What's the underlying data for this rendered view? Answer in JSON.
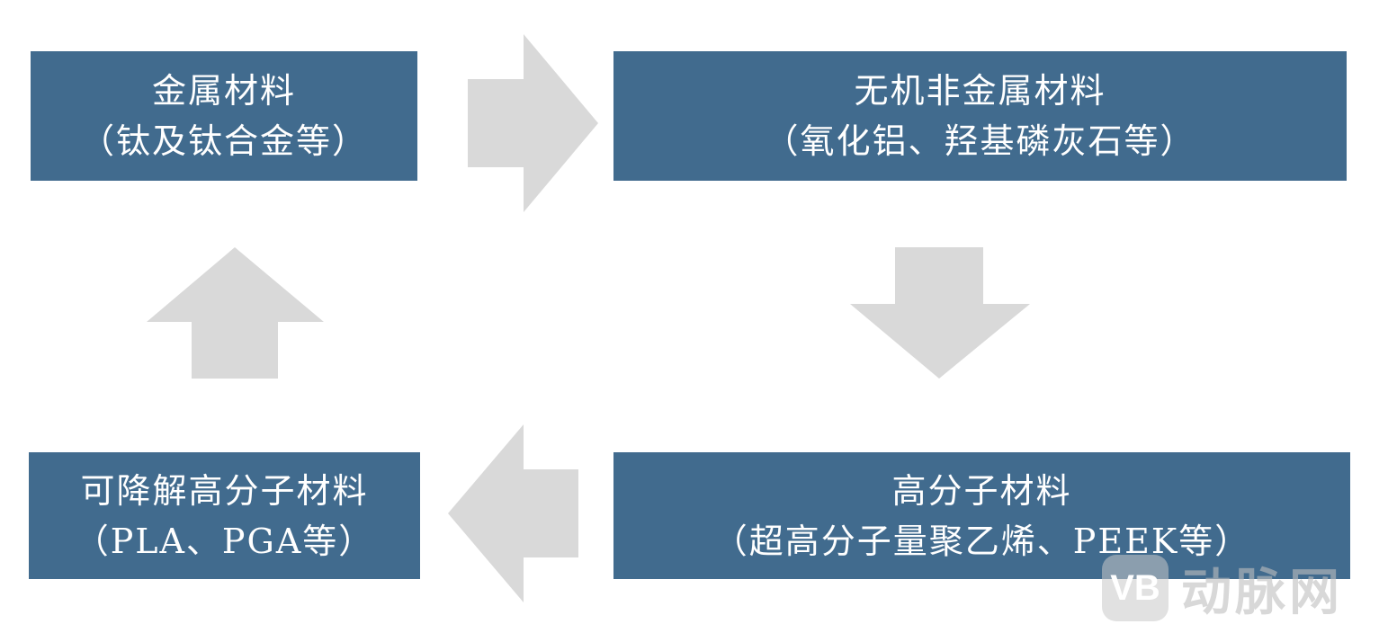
{
  "boxes": {
    "metal": {
      "title": "金属材料",
      "subtitle": "（钛及钛合金等）"
    },
    "inorganic": {
      "title": "无机非金属材料",
      "subtitle": "（氧化铝、羟基磷灰石等）"
    },
    "polymer": {
      "title": "高分子材料",
      "subtitle": "（超高分子量聚乙烯、PEEK等）"
    },
    "degradable": {
      "title": "可降解高分子材料",
      "subtitle": "（PLA、PGA等）"
    }
  },
  "colors": {
    "box_fill": "#416b8e",
    "box_text": "#ffffff",
    "arrow_fill": "#d9d9d9"
  },
  "watermark": {
    "badge": "VB",
    "text": "动脉网"
  }
}
